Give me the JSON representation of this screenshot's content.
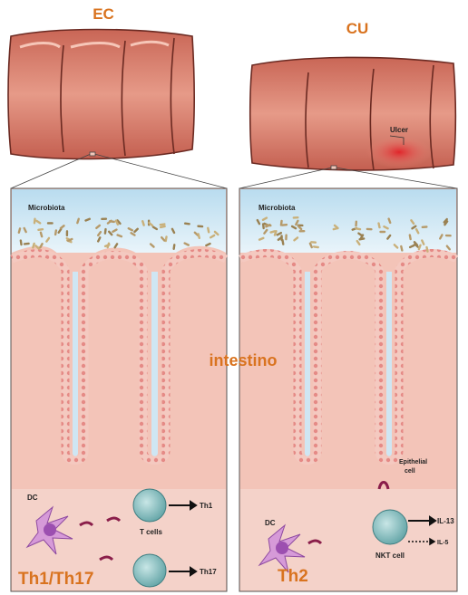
{
  "left_panel": {
    "title": "EC",
    "microbiota_label": "Microbiota",
    "dc_label": "DC",
    "tcells_label": "T cells",
    "out1": "Th1",
    "out2": "Th17",
    "caption": "Th1/Th17"
  },
  "right_panel": {
    "title": "CU",
    "ulcer_label": "Ulcer",
    "microbiota_label": "Microbiota",
    "epithelial_label_1": "Epithelial",
    "epithelial_label_2": "cell",
    "dc_label": "DC",
    "nkt_label": "NKT cell",
    "out1": "IL-13",
    "out2": "IL-5",
    "caption": "Th2"
  },
  "center_label": "intestino",
  "colors": {
    "accent_orange": "#d9731f",
    "tissue_pink": "#f2bfb3",
    "lumen_blue": "#cfe6f3",
    "colon_red": "#d4705e",
    "ulcer_red": "#d82a2a",
    "cell_teal": "#8fc2c4",
    "dc_purple": "#b06cc0",
    "receptor_maroon": "#8a1e4a"
  },
  "icons": [
    "dendritic-cell-icon",
    "t-cell-icon",
    "nkt-cell-icon",
    "receptor-icon",
    "arrow-right-icon"
  ]
}
